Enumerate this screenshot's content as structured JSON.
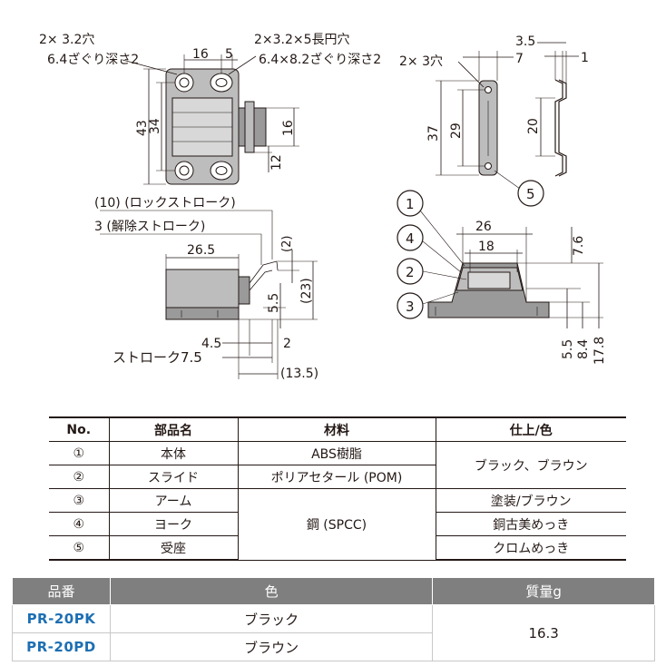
{
  "dimensions": {
    "hole_left_1": "2× 3.2穴",
    "hole_left_2": "6.4ざぐり深さ2",
    "hole_right_1": "2×3.2×5長円穴",
    "hole_right_2": "6.4×8.2ざぐり深さ2",
    "d16": "16",
    "d5": "5",
    "d43": "43",
    "d34": "34",
    "d16v": "16",
    "d12": "12",
    "lock_stroke": "(10) (ロックストローク)",
    "release_stroke": "3 (解除ストローク)",
    "d26_5": "26.5",
    "d2p": "(2)",
    "d23p": "(23)",
    "d5_5": "5.5",
    "d4_5": "4.5",
    "d2": "2",
    "stroke_label": "ストローク7.5",
    "d13_5p": "(13.5)",
    "strike_hole": "2× 3穴",
    "d3_5": "3.5",
    "d7": "7",
    "d1": "1",
    "d37": "37",
    "d29": "29",
    "d20": "20",
    "d26": "26",
    "d18": "18",
    "d7_6": "7.6",
    "d5_5b": "5.5",
    "d8_4": "8.4",
    "d17_8": "17.8",
    "callouts": [
      "1",
      "4",
      "2",
      "3",
      "5"
    ]
  },
  "parts_table": {
    "headers": [
      "No.",
      "部品名",
      "材料",
      "仕上/色"
    ],
    "rows": [
      {
        "no": "①",
        "name": "本体",
        "material": "ABS樹脂",
        "finish": "ブラック、ブラウン"
      },
      {
        "no": "②",
        "name": "スライド",
        "material": "ポリアセタール (POM)",
        "finish": ""
      },
      {
        "no": "③",
        "name": "アーム",
        "material": "鋼 (SPCC)",
        "finish": "塗装/ブラウン"
      },
      {
        "no": "④",
        "name": "ヨーク",
        "material": "",
        "finish": "銅古美めっき"
      },
      {
        "no": "⑤",
        "name": "受座",
        "material": "",
        "finish": "クロムめっき"
      }
    ]
  },
  "model_table": {
    "headers": [
      "品番",
      "色",
      "質量g"
    ],
    "rows": [
      {
        "model": "PR-20PK",
        "color": "ブラック",
        "mass": "16.3"
      },
      {
        "model": "PR-20PD",
        "color": "ブラウン",
        "mass": ""
      }
    ]
  }
}
